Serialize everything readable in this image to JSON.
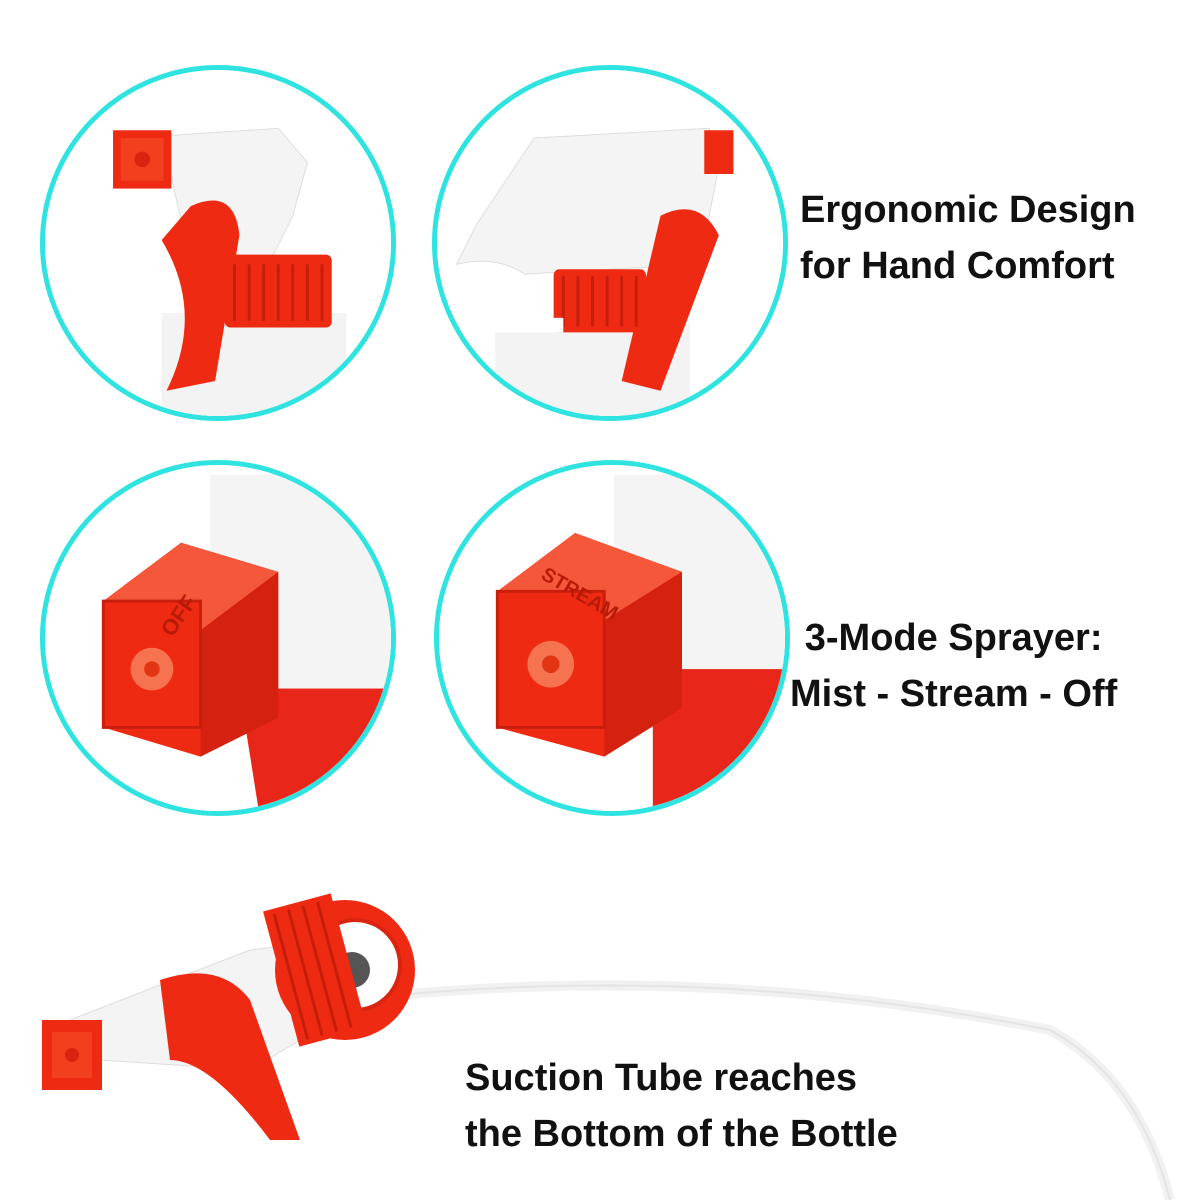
{
  "features": [
    {
      "lines": [
        "Ergonomic Design",
        "for Hand Comfort"
      ]
    },
    {
      "lines": [
        "3-Mode Sprayer:",
        "Mist - Stream - Off"
      ]
    },
    {
      "lines": [
        "Suction Tube reaches",
        "the Bottom of the Bottle"
      ]
    }
  ],
  "nozzle_markings": {
    "off": "OFF",
    "stream": "STREAM"
  },
  "colors": {
    "ring": "#2fe3e0",
    "trigger_red": "#ef2a12",
    "body_white": "#f4f4f4",
    "text": "#111111"
  }
}
